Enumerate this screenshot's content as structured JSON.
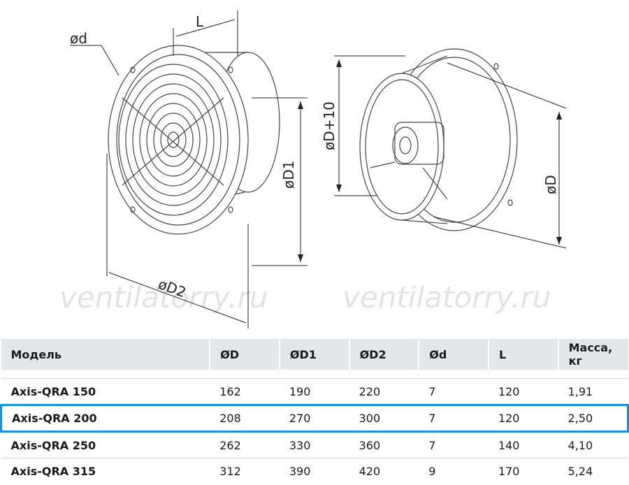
{
  "drawing": {
    "labels": {
      "d": "ød",
      "L": "L",
      "D1": "øD1",
      "D2": "øD2",
      "D10": "øD+10",
      "D": "øD"
    },
    "watermark": "ventilatorry.ru"
  },
  "table": {
    "headers": [
      "Модель",
      "ØD",
      "ØD1",
      "ØD2",
      "Ød",
      "L",
      "Масса, кг"
    ],
    "rows": [
      [
        "Axis-QRA 150",
        "162",
        "190",
        "220",
        "7",
        "120",
        "1,91"
      ],
      [
        "Axis-QRA 200",
        "208",
        "270",
        "300",
        "7",
        "120",
        "2,50"
      ],
      [
        "Axis-QRA 250",
        "262",
        "330",
        "360",
        "7",
        "140",
        "4,10"
      ],
      [
        "Axis-QRA 315",
        "312",
        "390",
        "420",
        "9",
        "170",
        "5,24"
      ]
    ],
    "selected_row": 1,
    "highlight_color": "#1a8fd6"
  }
}
